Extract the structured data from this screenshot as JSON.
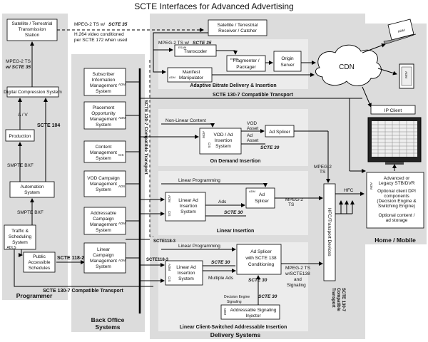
{
  "title": "SCTE Interfaces for Advanced Advertising",
  "sections": {
    "programmer": "Programmer",
    "back_office": [
      "Back Office",
      "Systems"
    ],
    "delivery": "Delivery Systems",
    "home": "Home / Mobile",
    "abr": "Adaptive Bitrate Delivery & Insertion",
    "on_demand": "On Demand Insertion",
    "linear": "Linear Insertion",
    "linear_client": "Linear Client-Switched Addressable Insertion"
  },
  "programmer_boxes": {
    "sat_station": [
      "Satellite / Terrestrial",
      "Transmission",
      "Station"
    ],
    "digital_compression": "Digital Compression System",
    "production": "Production",
    "automation": [
      "Automation",
      "System"
    ],
    "traffic": [
      "Traffic &",
      "Scheduling",
      "System"
    ],
    "public_schedules": [
      "Public",
      "Accessible",
      "Schedules"
    ]
  },
  "back_office_boxes": {
    "sims": [
      "Subscriber",
      "Information",
      "Management",
      "System"
    ],
    "poms": [
      "Placement",
      "Opportunity",
      "Management",
      "System"
    ],
    "cms": [
      "Content",
      "Management",
      "System"
    ],
    "vod_campaign": [
      "VOD Campaign",
      "Management",
      "System"
    ],
    "addressable_campaign": [
      "Addressable",
      "Campaign",
      "Management",
      "System"
    ],
    "linear_campaign": [
      "Linear",
      "Campaign",
      "Management",
      "System"
    ]
  },
  "delivery_boxes": {
    "sat_receiver": [
      "Satellite / Terrestrial",
      "Receiver / Catcher"
    ],
    "transcoder": "Transcoder",
    "fragmenter": [
      "Fragmenter /",
      "Packager"
    ],
    "origin": [
      "Origin",
      "Server"
    ],
    "manifest": [
      "Manifest",
      "Manipulator"
    ],
    "vod_ad_insertion": [
      "VOD / Ad",
      "Insertion",
      "System"
    ],
    "ad_splicer_vod": "Ad Splicer",
    "ad_splicer_linear": [
      "Ad",
      "Splicer"
    ],
    "linear_ad_insertion": [
      "Linear Ad",
      "Insertion",
      "System"
    ],
    "ad_splicer_scte138": [
      "Ad Splicer",
      "with SCTE 138",
      "Conditioning"
    ],
    "linear_ad_insertion_2": [
      "Linear Ad",
      "Insertion",
      "System"
    ],
    "addressable_injector": [
      "Addressable Signaling",
      "Injector"
    ],
    "hfc_devices": "HFC/Transport Devices",
    "cdn": "CDN"
  },
  "home_boxes": {
    "ip_client": "IP Client",
    "stb": [
      "Advanced or",
      "Legacy STB/DVR",
      "",
      "Optional client DPI",
      "components",
      "(Decision Engine &",
      "Switching Engine)",
      "",
      "Optional content /",
      "ad storage"
    ]
  },
  "tags": {
    "adm": "ADM",
    "adm_it": "ADM",
    "adi": "ADI",
    "cis": "CIS",
    "esam": "ESAM",
    "adls": "ADLS",
    "ads_tag": "ADS"
  },
  "labels": {
    "mpeg2_scte35_left": [
      "MPEG-2 TS",
      "w/ SCTE 35"
    ],
    "mpeg2_scte35_top": "MPEG-2 TS w/",
    "scte35": "SCTE 35",
    "h264": [
      "H.264 video conditioned",
      "per SCTE 172 when used"
    ],
    "mpeg2_top2": "MPEG-2 TS w/",
    "av": "A / V",
    "scte104": "SCTE 104",
    "smpte_bxf_1": "SMPTE BXF",
    "smpte_bxf_2": "SMPTE BXF",
    "scte118_2": "SCTE 118-2",
    "scte130_7_bottom": "SCTE 130-7 Compatible Transport",
    "scte130_7_top": "SCTE 130-7 Compatible Transport",
    "scte130_7_vert": "SCTE 130-7 Compatible Transport",
    "scte130_7_vert2": [
      "SCTE 130-7",
      "Compatible",
      "Transport"
    ],
    "non_linear": "Non-Linear Content",
    "vod_asset": [
      "VOD",
      "Asset"
    ],
    "ad_asset": [
      "Ad",
      "Asset"
    ],
    "scte30_a": "SCTE 30",
    "scte30_b": "SCTE 30",
    "scte30_c": "SCTE 30",
    "scte30_d": "SCTE 30",
    "linear_programming_1": "Linear Programming",
    "linear_programming_2": "Linear Programming",
    "ads": "Ads",
    "multiple_ads": "Multiple Ads",
    "mpeg2_ts": [
      "MPEG-2",
      "TS"
    ],
    "mpeg2_ts_v": [
      "MPEG-2",
      "TS"
    ],
    "mpeg2_scte138": [
      "MPEG-2 TS",
      "w/SCTE138",
      "and",
      "Signaling"
    ],
    "decision_engine": [
      "Decision Engine",
      "Signaling"
    ],
    "scte118_3_a": "SCTE118-3",
    "scte118_3_b": "SCTE118-3",
    "hfc": "HFC"
  }
}
